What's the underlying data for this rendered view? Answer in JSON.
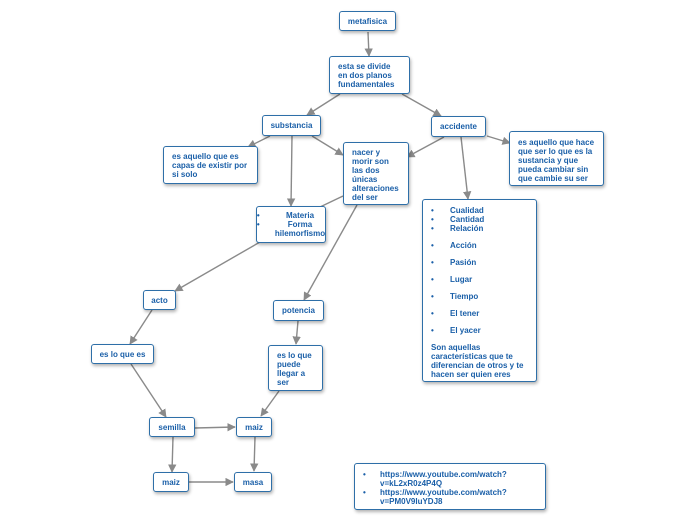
{
  "nodes": {
    "metafisica": "metafisica",
    "divide": "esta se divide en dos planos fundamentales",
    "substancia": "substancia",
    "accidente": "accidente",
    "sustancia_def": "es aquello que es capas de existir por si solo",
    "nacer": "nacer y morir son las dos únicas alteraciones del ser",
    "accidente_def": "es aquello que hace que ser lo que es la sustancia y que pueda cambiar sin que cambie su ser",
    "materia": [
      "Materia",
      "Forma hilemorfismo"
    ],
    "accidentes_list": [
      "Cualidad",
      "Cantidad",
      "Relación",
      "Acción",
      "Pasión",
      "Lugar",
      "Tiempo",
      "El tener",
      "El yacer"
    ],
    "accidentes_note": "Son aquellas características que te diferencian de otros y te hacen ser quien eres",
    "acto": "acto",
    "potencia": "potencia",
    "lo_que_es": "es lo que es",
    "puede_llegar": "es lo que puede llegar a ser",
    "semilla": "semilla",
    "maiz_top": "maiz",
    "maiz_bottom": "maiz",
    "masa": "masa",
    "links": [
      "https://www.youtube.com/watch?v=kL2xR0z4P4Q",
      "https://www.youtube.com/watch?v=PM0V9IuYDJ8"
    ]
  },
  "colors": {
    "text": "#1a5fa8",
    "border": "#2e6fa8",
    "edge": "#8a8a8a"
  }
}
